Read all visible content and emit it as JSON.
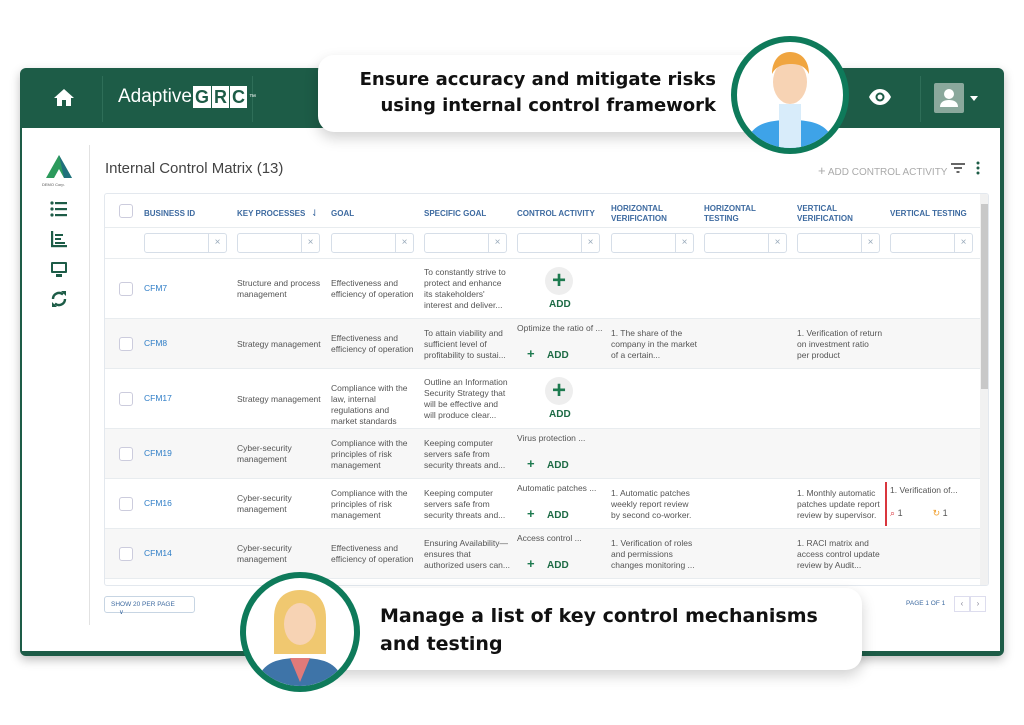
{
  "app": {
    "logo_text": "Adaptive",
    "logo_grc": [
      "G",
      "R",
      "C"
    ],
    "logo_tm": "™",
    "company": "DEMO Corp."
  },
  "callouts": {
    "top": [
      "Ensure accuracy and mitigate risks",
      "using internal control framework"
    ],
    "bottom": [
      "Manage a list of key control mechanisms",
      "and testing"
    ]
  },
  "page": {
    "title": "Internal Control Matrix (13)",
    "add_label": "ADD CONTROL ACTIVITY"
  },
  "colors": {
    "brand": "#1d5c47",
    "accent": "#0e7a5a",
    "link": "#2f7ec7"
  },
  "table": {
    "columns": [
      "BUSINESS ID",
      "KEY PROCESSES",
      "GOAL",
      "SPECIFIC GOAL",
      "CONTROL ACTIVITY",
      "HORIZONTAL VERIFICATION",
      "HORIZONTAL TESTING",
      "VERTICAL VERIFICATION",
      "VERTICAL TESTING"
    ],
    "add_label": "ADD",
    "rows": [
      {
        "id": "CFM7",
        "process": "Structure and process management",
        "goal": "Effectiveness and efficiency of operation",
        "specific": "To constantly strive to protect and enhance its stakeholders' interest and deliver...",
        "activity": "",
        "hver": "",
        "vver": "",
        "vtest": ""
      },
      {
        "id": "CFM8",
        "process": "Strategy management",
        "goal": "Effectiveness and efficiency of operation",
        "specific": "To attain viability and sufficient level of profitability to sustai...",
        "activity": "Optimize the ratio of ...",
        "hver": "1. The share of the company in the market of a certain...",
        "vver": "1. Verification of return on investment ratio per product",
        "vtest": ""
      },
      {
        "id": "CFM17",
        "process": "Strategy management",
        "goal": "Compliance with the law, internal regulations and market standards",
        "specific": "Outline an Information Security Strategy that will be effective and will produce clear...",
        "activity": "",
        "hver": "",
        "vver": "",
        "vtest": ""
      },
      {
        "id": "CFM19",
        "process": "Cyber-security management",
        "goal": "Compliance with the principles of risk management",
        "specific": "Keeping computer servers safe from security threats and...",
        "activity": "Virus protection ...",
        "hver": "",
        "vver": "",
        "vtest": ""
      },
      {
        "id": "CFM16",
        "process": "Cyber-security management",
        "goal": "Compliance with the principles of risk management",
        "specific": "Keeping computer servers safe from security threats and...",
        "activity": "Automatic patches ...",
        "hver": "1. Automatic patches weekly report review by second co-worker.",
        "vver": "1. Monthly automatic patches update report review by supervisor.",
        "vtest": "1. Verification of...",
        "findings": "1",
        "actions": "1"
      },
      {
        "id": "CFM14",
        "process": "Cyber-security management",
        "goal": "Effectiveness and efficiency of operation",
        "specific": "Ensuring Availability—ensures that authorized users can...",
        "activity": "Access control ...",
        "hver": "1. Verification of roles and permissions changes monitoring ...",
        "vver": "1. RACI matrix and access control update review by Audit...",
        "vtest": ""
      }
    ]
  },
  "footer": {
    "per_page": "SHOW 20 PER PAGE",
    "page": "PAGE 1 OF 1"
  }
}
